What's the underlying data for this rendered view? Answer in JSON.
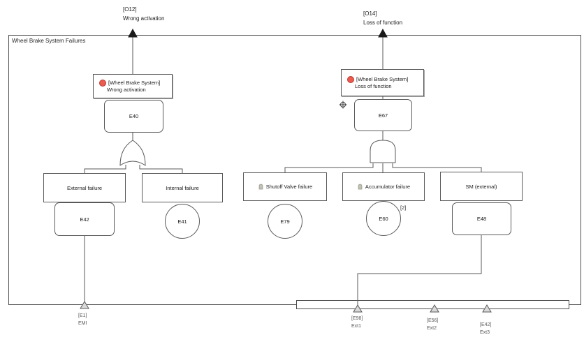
{
  "title": "Wheel Brake System Failures",
  "colors": {
    "failure_marker": "#ed5a50",
    "wire": "#595959",
    "transfer_fill": "#d9d9d9"
  },
  "top_events": {
    "o12": {
      "id": "[O12]",
      "name": "Wrong activation"
    },
    "o14": {
      "id": "[O14]",
      "name": "Loss of function"
    }
  },
  "nodes": {
    "wrong_activation": {
      "line1": "[Wheel Brake System]",
      "line2": "Wrong activation",
      "event_id": "E40",
      "gate": "OR"
    },
    "loss_of_function": {
      "line1": "[Wheel Brake System]",
      "line2": "Loss of function",
      "event_id": "E67",
      "gate": "AND"
    },
    "external_failure": {
      "label": "External failure",
      "event_id": "E42"
    },
    "internal_failure": {
      "label": "Internal failure",
      "event_id": "E41"
    },
    "shutoff_valve": {
      "label": "Shutoff Valve failure",
      "event_id": "E79"
    },
    "accumulator": {
      "label": "Accumulator failure",
      "event_id": "E60",
      "badge": "[2]"
    },
    "sm_external": {
      "label": "SM (external)",
      "event_id": "E48"
    }
  },
  "transfer_events": {
    "emi": {
      "id": "[E1]",
      "name": "EMI"
    },
    "ext1": {
      "id": "[E98]",
      "name": "Ext1"
    },
    "ext2": {
      "id": "[E56]",
      "name": "Ext2"
    },
    "ext3": {
      "id": "[E42]",
      "name": "Ext3"
    }
  },
  "icons": {
    "failure_marker": "red-dot",
    "linked_element": "gray-hand",
    "port": "crosshair"
  }
}
